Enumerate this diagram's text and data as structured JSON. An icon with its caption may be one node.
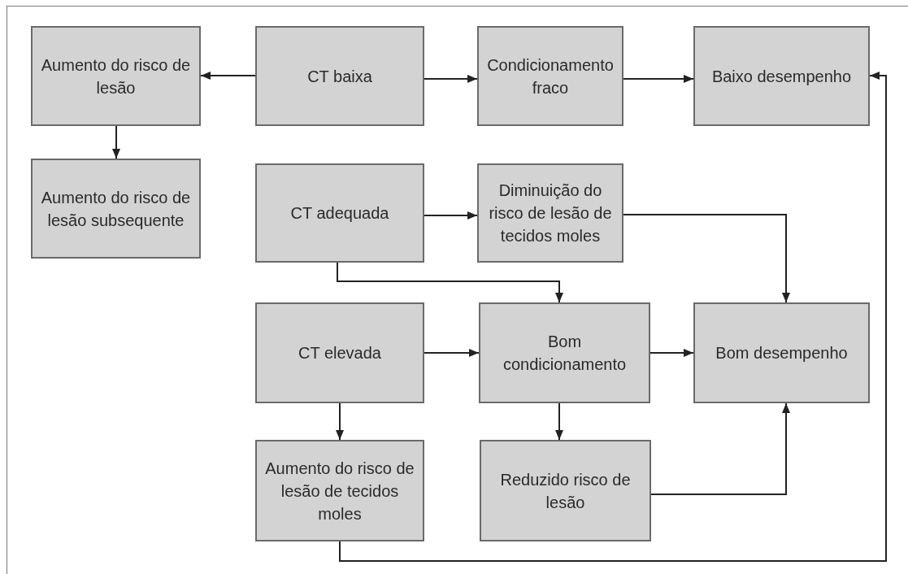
{
  "diagram": {
    "nodes": [
      {
        "text": [
          "Aumento do risco de lesão"
        ]
      },
      {
        "text": [
          "CT baixa"
        ]
      },
      {
        "text": [
          "Condicionamento fraco"
        ]
      },
      {
        "text": [
          "Baixo desempenho"
        ]
      },
      {
        "text": [
          "Aumento do risco de lesão subsequente"
        ]
      },
      {
        "text": [
          "CT adequada"
        ]
      },
      {
        "text": [
          "Diminuição do risco de lesão de tecidos moles"
        ]
      },
      {
        "text": [
          "CT elevada"
        ]
      },
      {
        "text": [
          "Bom condicionamento"
        ]
      },
      {
        "text": [
          "Bom desempenho"
        ]
      },
      {
        "text": [
          "Aumento do risco de lesão de tecidos moles"
        ]
      },
      {
        "text": [
          "Reduzido risco de lesão"
        ]
      }
    ],
    "edges": [
      {
        "from": 1,
        "to": 0,
        "arrow": "to"
      },
      {
        "from": 1,
        "to": 2,
        "arrow": "to"
      },
      {
        "from": 2,
        "to": 3,
        "arrow": "to"
      },
      {
        "from": 0,
        "to": 4,
        "arrow": "to"
      },
      {
        "from": 5,
        "to": 6,
        "arrow": "to"
      },
      {
        "from": 5,
        "to": 8,
        "arrow": "to"
      },
      {
        "from": 6,
        "to": 9,
        "arrow": "to"
      },
      {
        "from": 7,
        "to": 8,
        "arrow": "to"
      },
      {
        "from": 8,
        "to": 9,
        "arrow": "to"
      },
      {
        "from": 7,
        "to": 10,
        "arrow": "to"
      },
      {
        "from": 8,
        "to": 11,
        "arrow": "to"
      },
      {
        "from": 11,
        "to": 9,
        "arrow": "to"
      },
      {
        "from": 10,
        "to": 3,
        "arrow": "to"
      }
    ]
  }
}
